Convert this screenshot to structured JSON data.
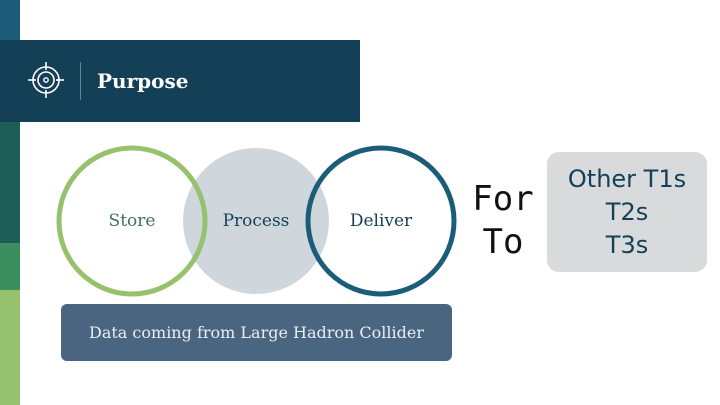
{
  "header": {
    "title": "Purpose",
    "icon": "target-icon"
  },
  "venn": {
    "circles": [
      {
        "label": "Store",
        "color": "#96c16d"
      },
      {
        "label": "Process",
        "color": "#cfd6dc"
      },
      {
        "label": "Deliver",
        "color": "#1b5c78"
      }
    ]
  },
  "data_box": {
    "text": "Data coming from Large Hadron Collider",
    "color": "#4a6580"
  },
  "connector": {
    "line1": "For",
    "line2": "To"
  },
  "targets": {
    "items": [
      "Other T1s",
      "T2s",
      "T3s"
    ]
  },
  "colors": {
    "header_bg": "#133f57",
    "accent_green": "#96c16d",
    "accent_teal": "#1b5c78"
  }
}
